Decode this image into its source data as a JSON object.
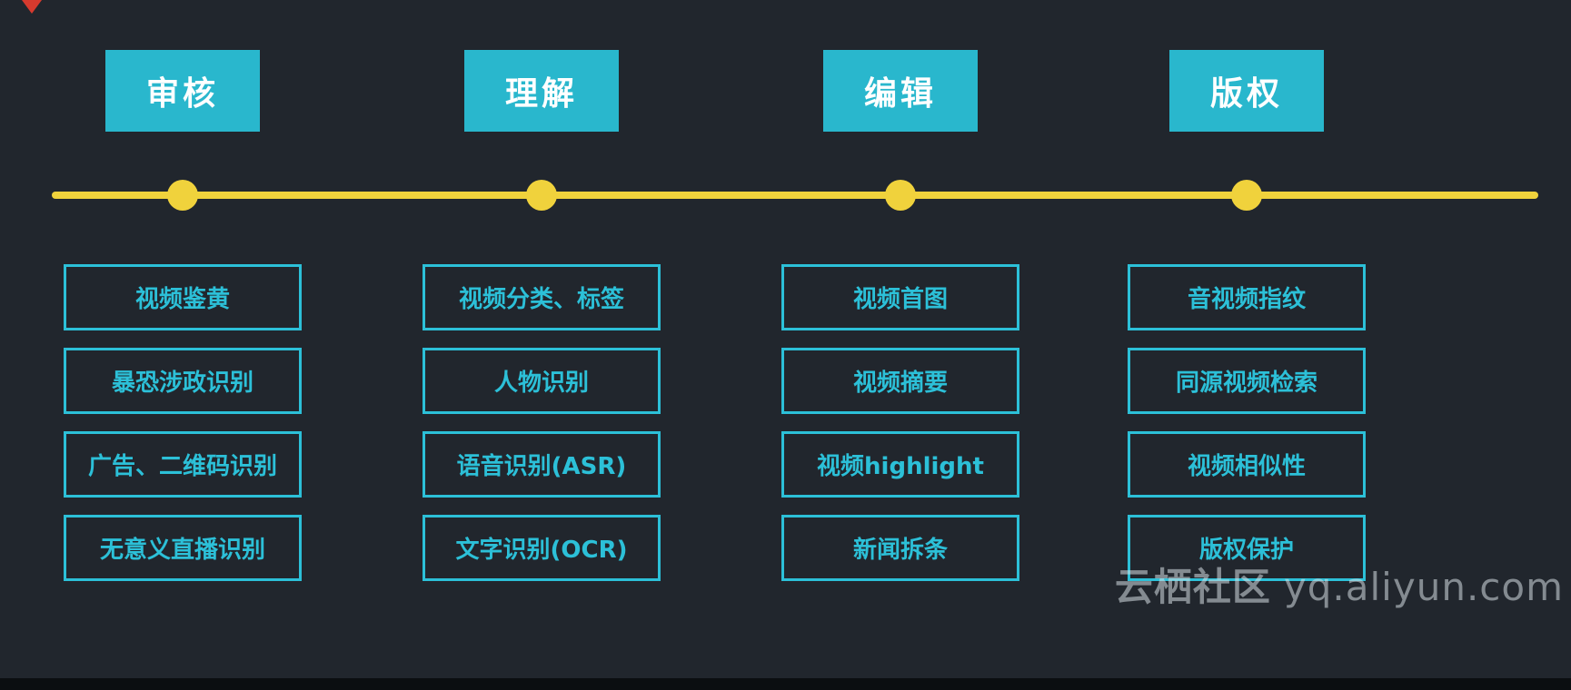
{
  "colors": {
    "bg": "#21262d",
    "header-fill": "#29b7cd",
    "item-accent": "#2cc0d8",
    "timeline": "#f0d23c",
    "header-text": "#ffffff"
  },
  "columns": [
    {
      "header": "审核",
      "items": [
        "视频鉴黄",
        "暴恐涉政识别",
        "广告、二维码识别",
        "无意义直播识别"
      ]
    },
    {
      "header": "理解",
      "items": [
        "视频分类、标签",
        "人物识别",
        "语音识别(ASR)",
        "文字识别(OCR)"
      ]
    },
    {
      "header": "编辑",
      "items": [
        "视频首图",
        "视频摘要",
        "视频highlight",
        "新闻拆条"
      ]
    },
    {
      "header": "版权",
      "items": [
        "音视频指纹",
        "同源视频检索",
        "视频相似性",
        "版权保护"
      ]
    }
  ],
  "watermark": {
    "brand": "云栖社区",
    "domain": "yq.aliyun.com"
  }
}
